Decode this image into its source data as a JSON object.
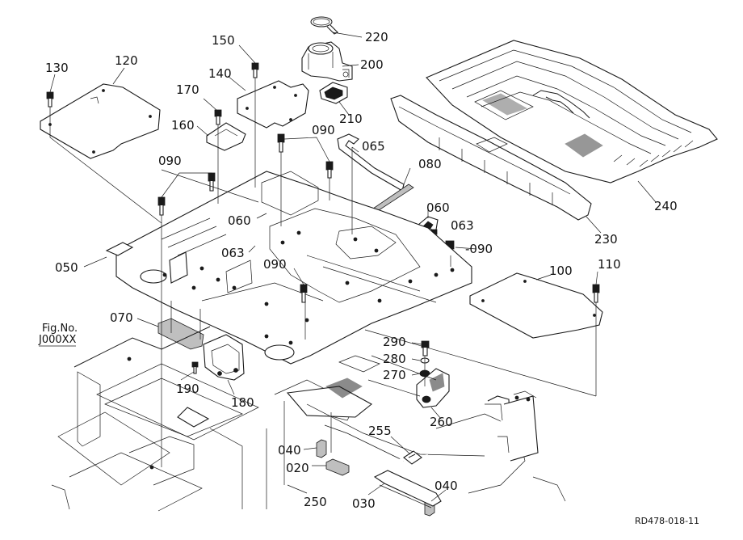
{
  "drawing": {
    "code": "RD478-018-11",
    "ref_prefix": "Fig.No.",
    "ref_code": "J000XX"
  },
  "parts": [
    {
      "id": "p220",
      "label": "220"
    },
    {
      "id": "p200",
      "label": "200"
    },
    {
      "id": "p150",
      "label": "150"
    },
    {
      "id": "p140",
      "label": "140"
    },
    {
      "id": "p210",
      "label": "210"
    },
    {
      "id": "p130",
      "label": "130"
    },
    {
      "id": "p120",
      "label": "120"
    },
    {
      "id": "p170",
      "label": "170"
    },
    {
      "id": "p160",
      "label": "160"
    },
    {
      "id": "p090a",
      "label": "090"
    },
    {
      "id": "p065",
      "label": "065"
    },
    {
      "id": "p080",
      "label": "080"
    },
    {
      "id": "p240",
      "label": "240"
    },
    {
      "id": "p090b",
      "label": "090"
    },
    {
      "id": "p060a",
      "label": "060"
    },
    {
      "id": "p060b",
      "label": "060"
    },
    {
      "id": "p063a",
      "label": "063"
    },
    {
      "id": "p063b",
      "label": "063"
    },
    {
      "id": "p090c",
      "label": "-090"
    },
    {
      "id": "p230",
      "label": "230"
    },
    {
      "id": "p050",
      "label": "050"
    },
    {
      "id": "p090d",
      "label": "090"
    },
    {
      "id": "p100",
      "label": "100"
    },
    {
      "id": "p110",
      "label": "110"
    },
    {
      "id": "p070",
      "label": "070"
    },
    {
      "id": "p290",
      "label": "290"
    },
    {
      "id": "p280",
      "label": "280"
    },
    {
      "id": "p270",
      "label": "270"
    },
    {
      "id": "p190",
      "label": "190"
    },
    {
      "id": "p180",
      "label": "180"
    },
    {
      "id": "p260",
      "label": "260"
    },
    {
      "id": "p255",
      "label": "255"
    },
    {
      "id": "p040a",
      "label": "040"
    },
    {
      "id": "p020",
      "label": "020"
    },
    {
      "id": "p040b",
      "label": "040"
    },
    {
      "id": "p250",
      "label": "250"
    },
    {
      "id": "p030",
      "label": "030"
    }
  ]
}
